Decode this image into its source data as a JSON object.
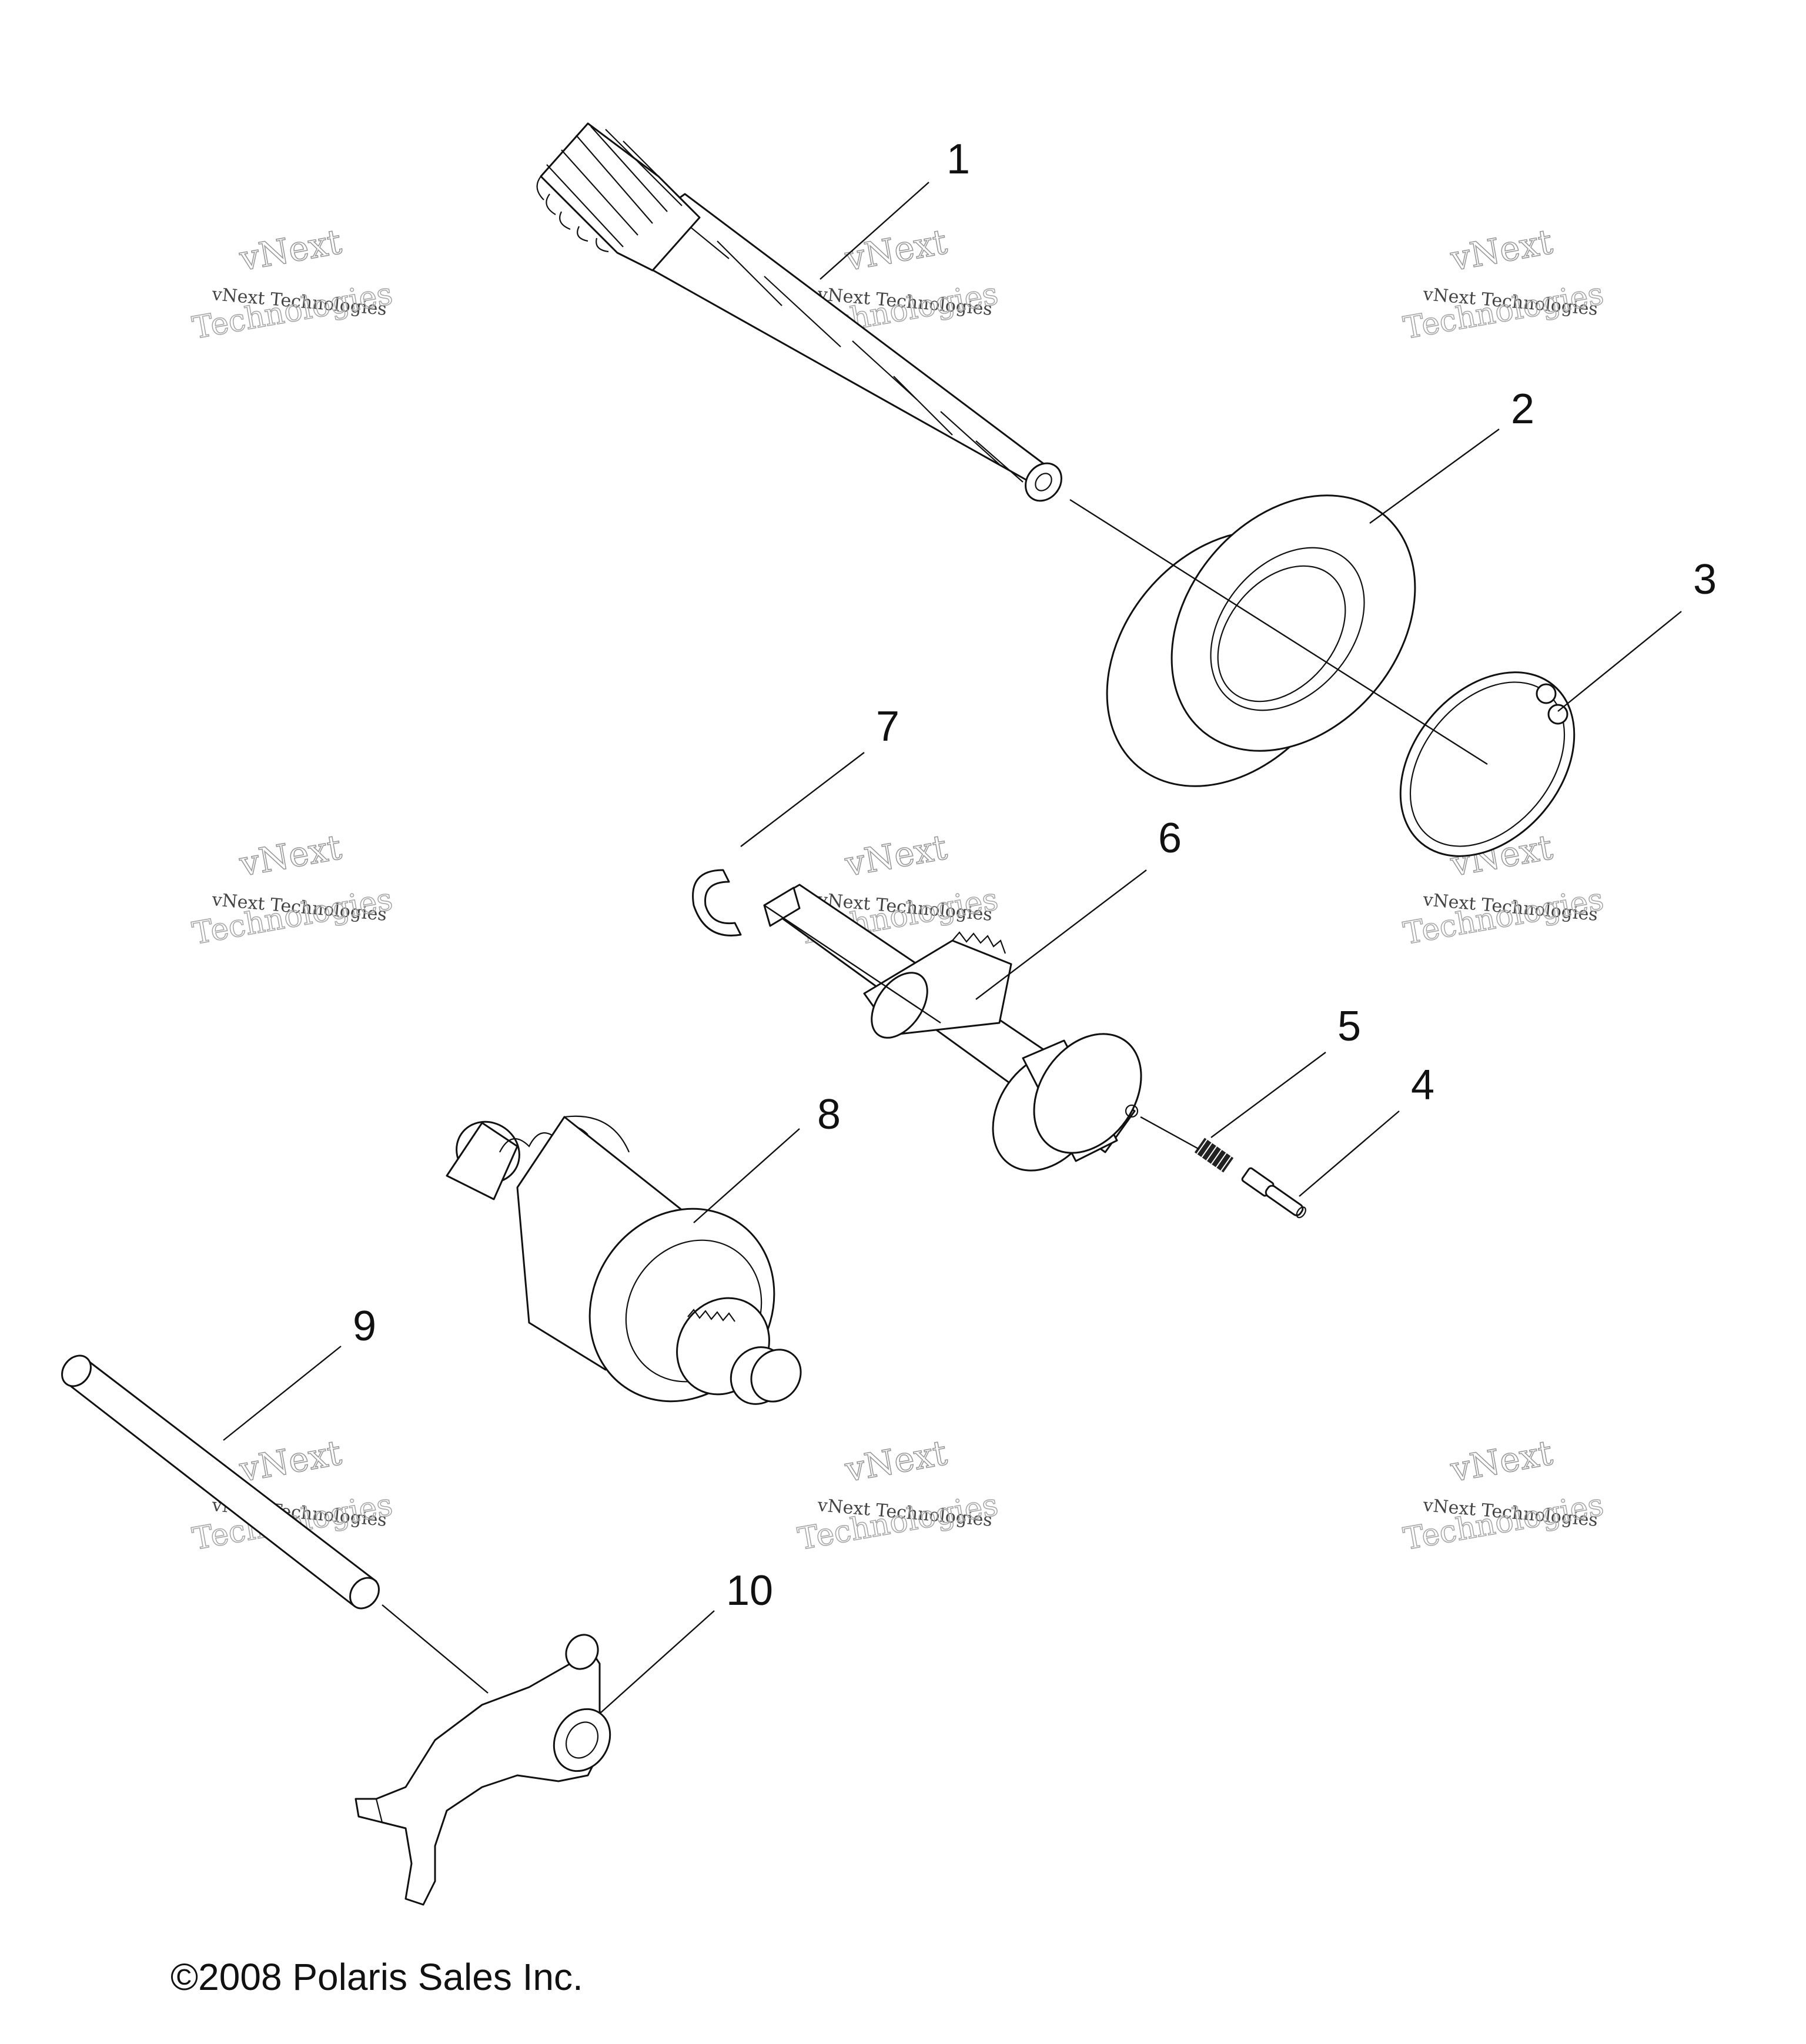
{
  "callouts": [
    "1",
    "2",
    "3",
    "4",
    "5",
    "6",
    "7",
    "8",
    "9",
    "10"
  ],
  "watermark": {
    "line1": "vNext Technologies",
    "line2": "vNext",
    "line3": "Technologies"
  },
  "copyright": "©2008 Polaris Sales Inc."
}
